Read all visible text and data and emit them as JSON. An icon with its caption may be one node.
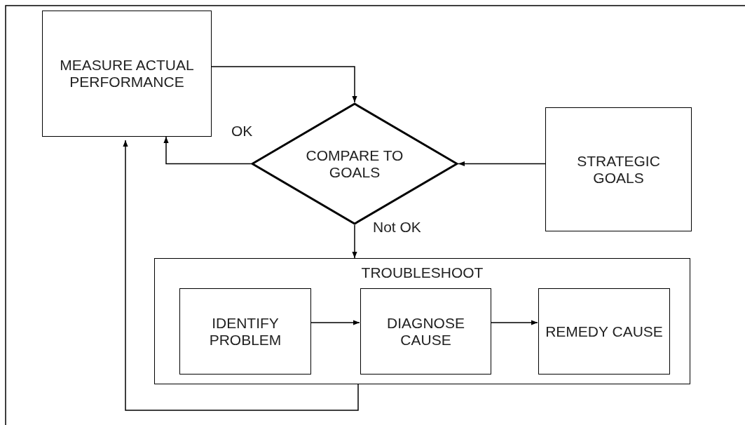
{
  "diagram": {
    "nodes": [
      {
        "text": [
          "MEASURE ACTUAL PERFORMANCE"
        ]
      },
      {
        "text": [
          "COMPARE TO GOALS"
        ]
      },
      {
        "text": [
          "STRATEGIC GOALS"
        ]
      },
      {
        "text": [
          "TROUBLESHOOT"
        ]
      },
      {
        "text": [
          "IDENTIFY PROBLEM"
        ],
        "in": 3
      },
      {
        "text": [
          "DIAGNOSE CAUSE"
        ],
        "in": 3
      },
      {
        "text": [
          "REMEDY CAUSE"
        ],
        "in": 3
      }
    ],
    "edges": [
      {
        "from": 0,
        "to": 1,
        "arrow": "to"
      },
      {
        "from": 1,
        "to": 0,
        "arrow": "to",
        "label": "OK"
      },
      {
        "from": 2,
        "to": 1,
        "arrow": "to"
      },
      {
        "from": 1,
        "to": 3,
        "arrow": "to",
        "label": "Not OK"
      },
      {
        "from": 4,
        "to": 5,
        "arrow": "to"
      },
      {
        "from": 5,
        "to": 6,
        "arrow": "to"
      },
      {
        "from": 3,
        "to": 0,
        "arrow": "to"
      }
    ]
  }
}
